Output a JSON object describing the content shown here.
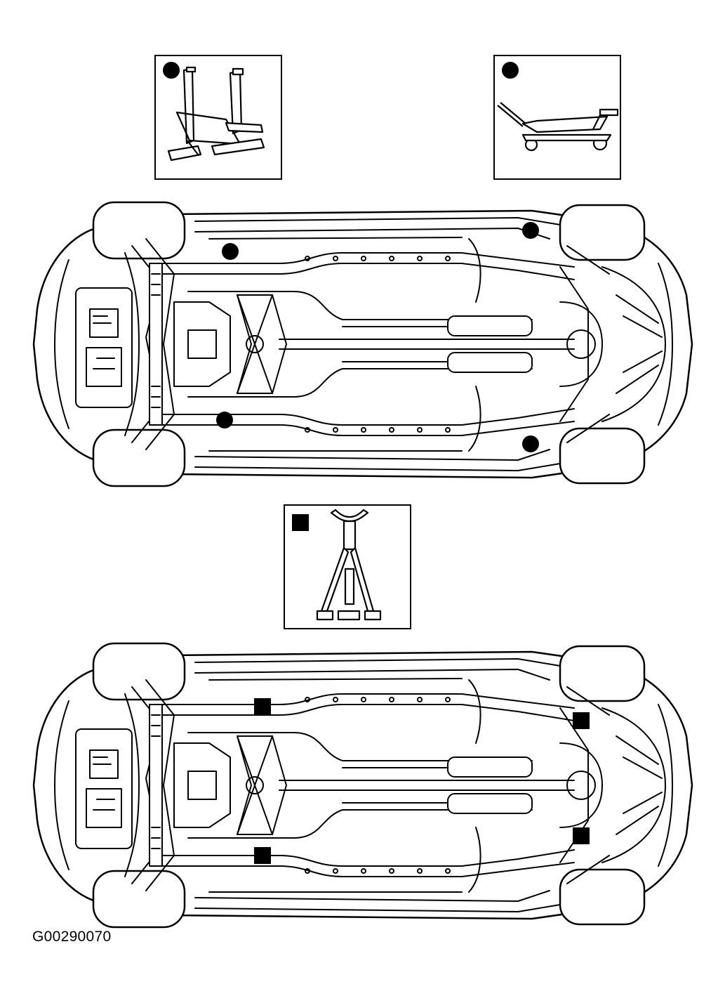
{
  "figure_id": "G00290070",
  "colors": {
    "ink": "#000000",
    "paper": "#ffffff"
  },
  "legend": [
    {
      "marker": "circle",
      "tool": "two-post-lift"
    },
    {
      "marker": "circle",
      "tool": "floor-jack"
    },
    {
      "marker": "square",
      "tool": "jack-stand"
    }
  ],
  "views": [
    {
      "name": "lift-points-underbody",
      "marker": "circle",
      "count": 4
    },
    {
      "name": "stand-points-underbody",
      "marker": "square",
      "count": 4
    }
  ]
}
